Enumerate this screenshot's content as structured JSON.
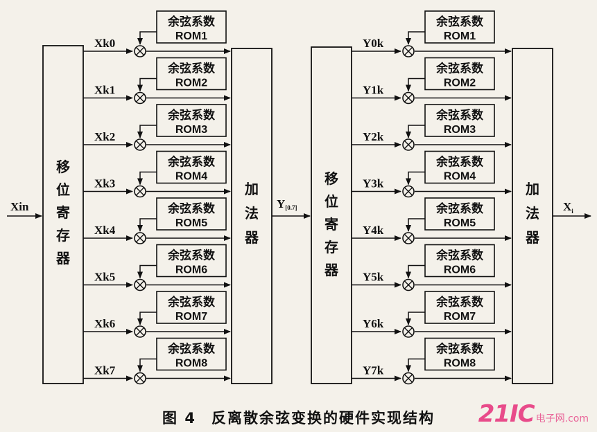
{
  "input_label": "Xin",
  "shift_register_label": "移位寄存器",
  "adder_label": "加法器",
  "mid_label_main": "Y",
  "mid_label_sub": "[0.7]",
  "output_label_main": "X",
  "output_label_sub": "i",
  "rom_title": "余弦系数",
  "left_taps": [
    "Xk0",
    "Xk1",
    "Xk2",
    "Xk3",
    "Xk4",
    "Xk5",
    "Xk6",
    "Xk7"
  ],
  "right_taps": [
    "Y0k",
    "Y1k",
    "Y2k",
    "Y3k",
    "Y4k",
    "Y5k",
    "Y6k",
    "Y7k"
  ],
  "roms": [
    "ROM1",
    "ROM2",
    "ROM3",
    "ROM4",
    "ROM5",
    "ROM6",
    "ROM7",
    "ROM8"
  ],
  "multiplier_symbol": "⊗",
  "caption": {
    "number": "图 4",
    "title": "反离散余弦变换的硬件实现结构"
  },
  "watermark": {
    "main": "21IC",
    "sub": "电子网",
    "domain": ".com"
  }
}
